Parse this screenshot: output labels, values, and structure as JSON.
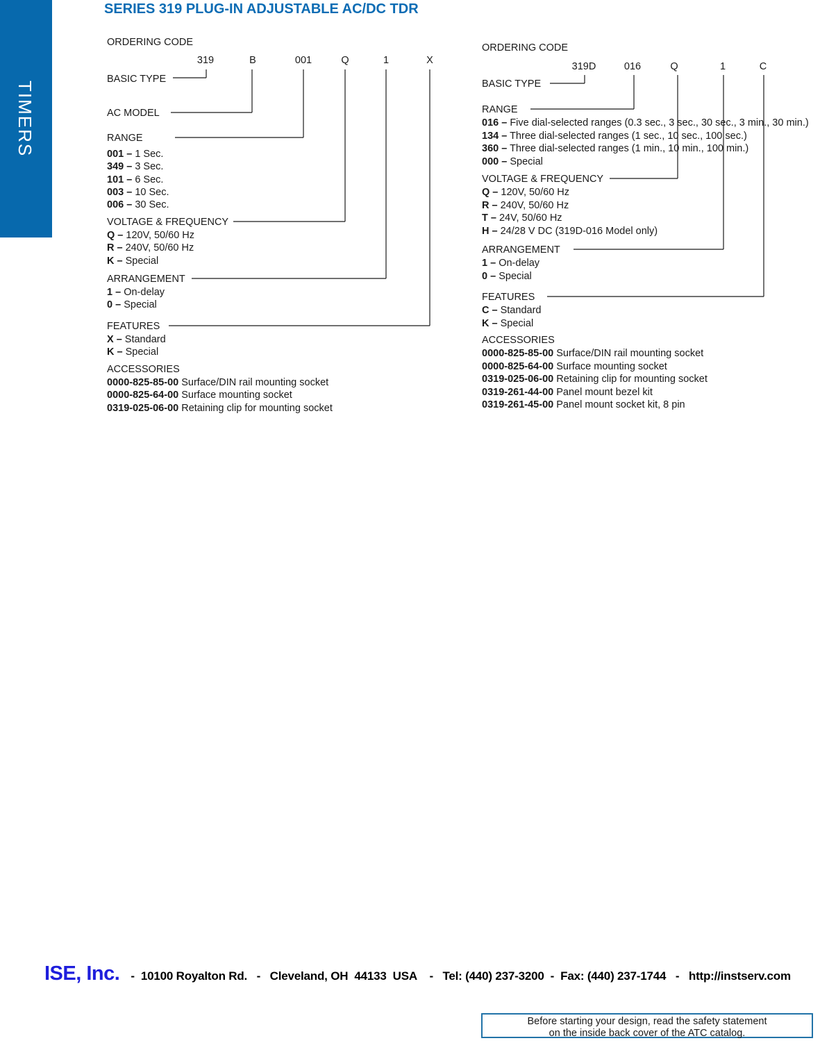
{
  "colors": {
    "bar_blue": "#0769AD",
    "title_blue": "#0C6CB4",
    "ise_blue": "#1E1EDC",
    "box_border": "#2273A8"
  },
  "sidebar": {
    "label": "TIMERS"
  },
  "page": {
    "title": "SERIES 319 PLUG-IN ADJUSTABLE AC/DC TDR"
  },
  "left": {
    "heading": "ORDERING CODE",
    "code": [
      "319",
      "B",
      "001",
      "Q",
      "1",
      "X"
    ],
    "basic_type_label": "BASIC TYPE",
    "ac_model_label": "AC MODEL",
    "range": {
      "label": "RANGE",
      "items": [
        {
          "b": "001 –",
          "t": "1 Sec."
        },
        {
          "b": "349 –",
          "t": "3 Sec."
        },
        {
          "b": "101 –",
          "t": "6 Sec."
        },
        {
          "b": "003 –",
          "t": "10 Sec."
        },
        {
          "b": "006 –",
          "t": "30 Sec."
        }
      ]
    },
    "voltage": {
      "label": "VOLTAGE & FREQUENCY",
      "items": [
        {
          "b": "Q –",
          "t": "120V, 50/60 Hz"
        },
        {
          "b": "R –",
          "t": "240V, 50/60 Hz"
        },
        {
          "b": "K –",
          "t": "Special"
        }
      ]
    },
    "arrangement": {
      "label": "ARRANGEMENT",
      "items": [
        {
          "b": "1 –",
          "t": "On-delay"
        },
        {
          "b": "0 –",
          "t": "Special"
        }
      ]
    },
    "features": {
      "label": "FEATURES",
      "items": [
        {
          "b": "X –",
          "t": "Standard"
        },
        {
          "b": "K –",
          "t": "Special"
        }
      ]
    },
    "accessories": {
      "label": "ACCESSORIES",
      "items": [
        {
          "b": "0000-825-85-00",
          "t": "Surface/DIN rail mounting socket"
        },
        {
          "b": "0000-825-64-00",
          "t": "Surface mounting socket"
        },
        {
          "b": "0319-025-06-00",
          "t": "Retaining clip for mounting socket"
        }
      ]
    }
  },
  "right": {
    "heading": "ORDERING CODE",
    "code": [
      "319D",
      "016",
      "Q",
      "1",
      "C"
    ],
    "basic_type_label": "BASIC TYPE",
    "range": {
      "label": "RANGE",
      "items": [
        {
          "b": "016 –",
          "t": "Five dial-selected ranges (0.3 sec., 3 sec., 30 sec., 3 min., 30 min.)"
        },
        {
          "b": "134 –",
          "t": "Three dial-selected ranges (1 sec., 10 sec., 100 sec.)"
        },
        {
          "b": "360 –",
          "t": "Three dial-selected ranges (1 min., 10 min., 100 min.)"
        },
        {
          "b": "000 –",
          "t": "Special"
        }
      ]
    },
    "voltage": {
      "label": "VOLTAGE & FREQUENCY",
      "items": [
        {
          "b": "Q –",
          "t": "120V, 50/60 Hz"
        },
        {
          "b": "R –",
          "t": "240V, 50/60 Hz"
        },
        {
          "b": "T –",
          "t": "24V, 50/60 Hz"
        },
        {
          "b": "H –",
          "t": "24/28 V DC (319D-016 Model only)"
        }
      ]
    },
    "arrangement": {
      "label": "ARRANGEMENT",
      "items": [
        {
          "b": "1 –",
          "t": "On-delay"
        },
        {
          "b": "0 –",
          "t": "Special"
        }
      ]
    },
    "features": {
      "label": "FEATURES",
      "items": [
        {
          "b": "C –",
          "t": "Standard"
        },
        {
          "b": "K –",
          "t": "Special"
        }
      ]
    },
    "accessories": {
      "label": "ACCESSORIES",
      "items": [
        {
          "b": "0000-825-85-00",
          "t": "Surface/DIN rail mounting socket"
        },
        {
          "b": "0000-825-64-00",
          "t": "Surface mounting socket"
        },
        {
          "b": "0319-025-06-00",
          "t": "Retaining clip for mounting socket"
        },
        {
          "b": "0319-261-44-00",
          "t": "Panel mount bezel kit"
        },
        {
          "b": "0319-261-45-00",
          "t": "Panel mount socket kit, 8 pin"
        }
      ]
    }
  },
  "footer": {
    "company": "ISE, Inc.",
    "info": "-  10100 Royalton Rd.   -   Cleveland, OH  44133  USA    -   Tel: (440) 237-3200  -  Fax: (440) 237-1744   -   http://instserv.com"
  },
  "safety": {
    "line1": "Before starting your design, read the safety statement",
    "line2": "on the inside back cover of the ATC catalog."
  }
}
